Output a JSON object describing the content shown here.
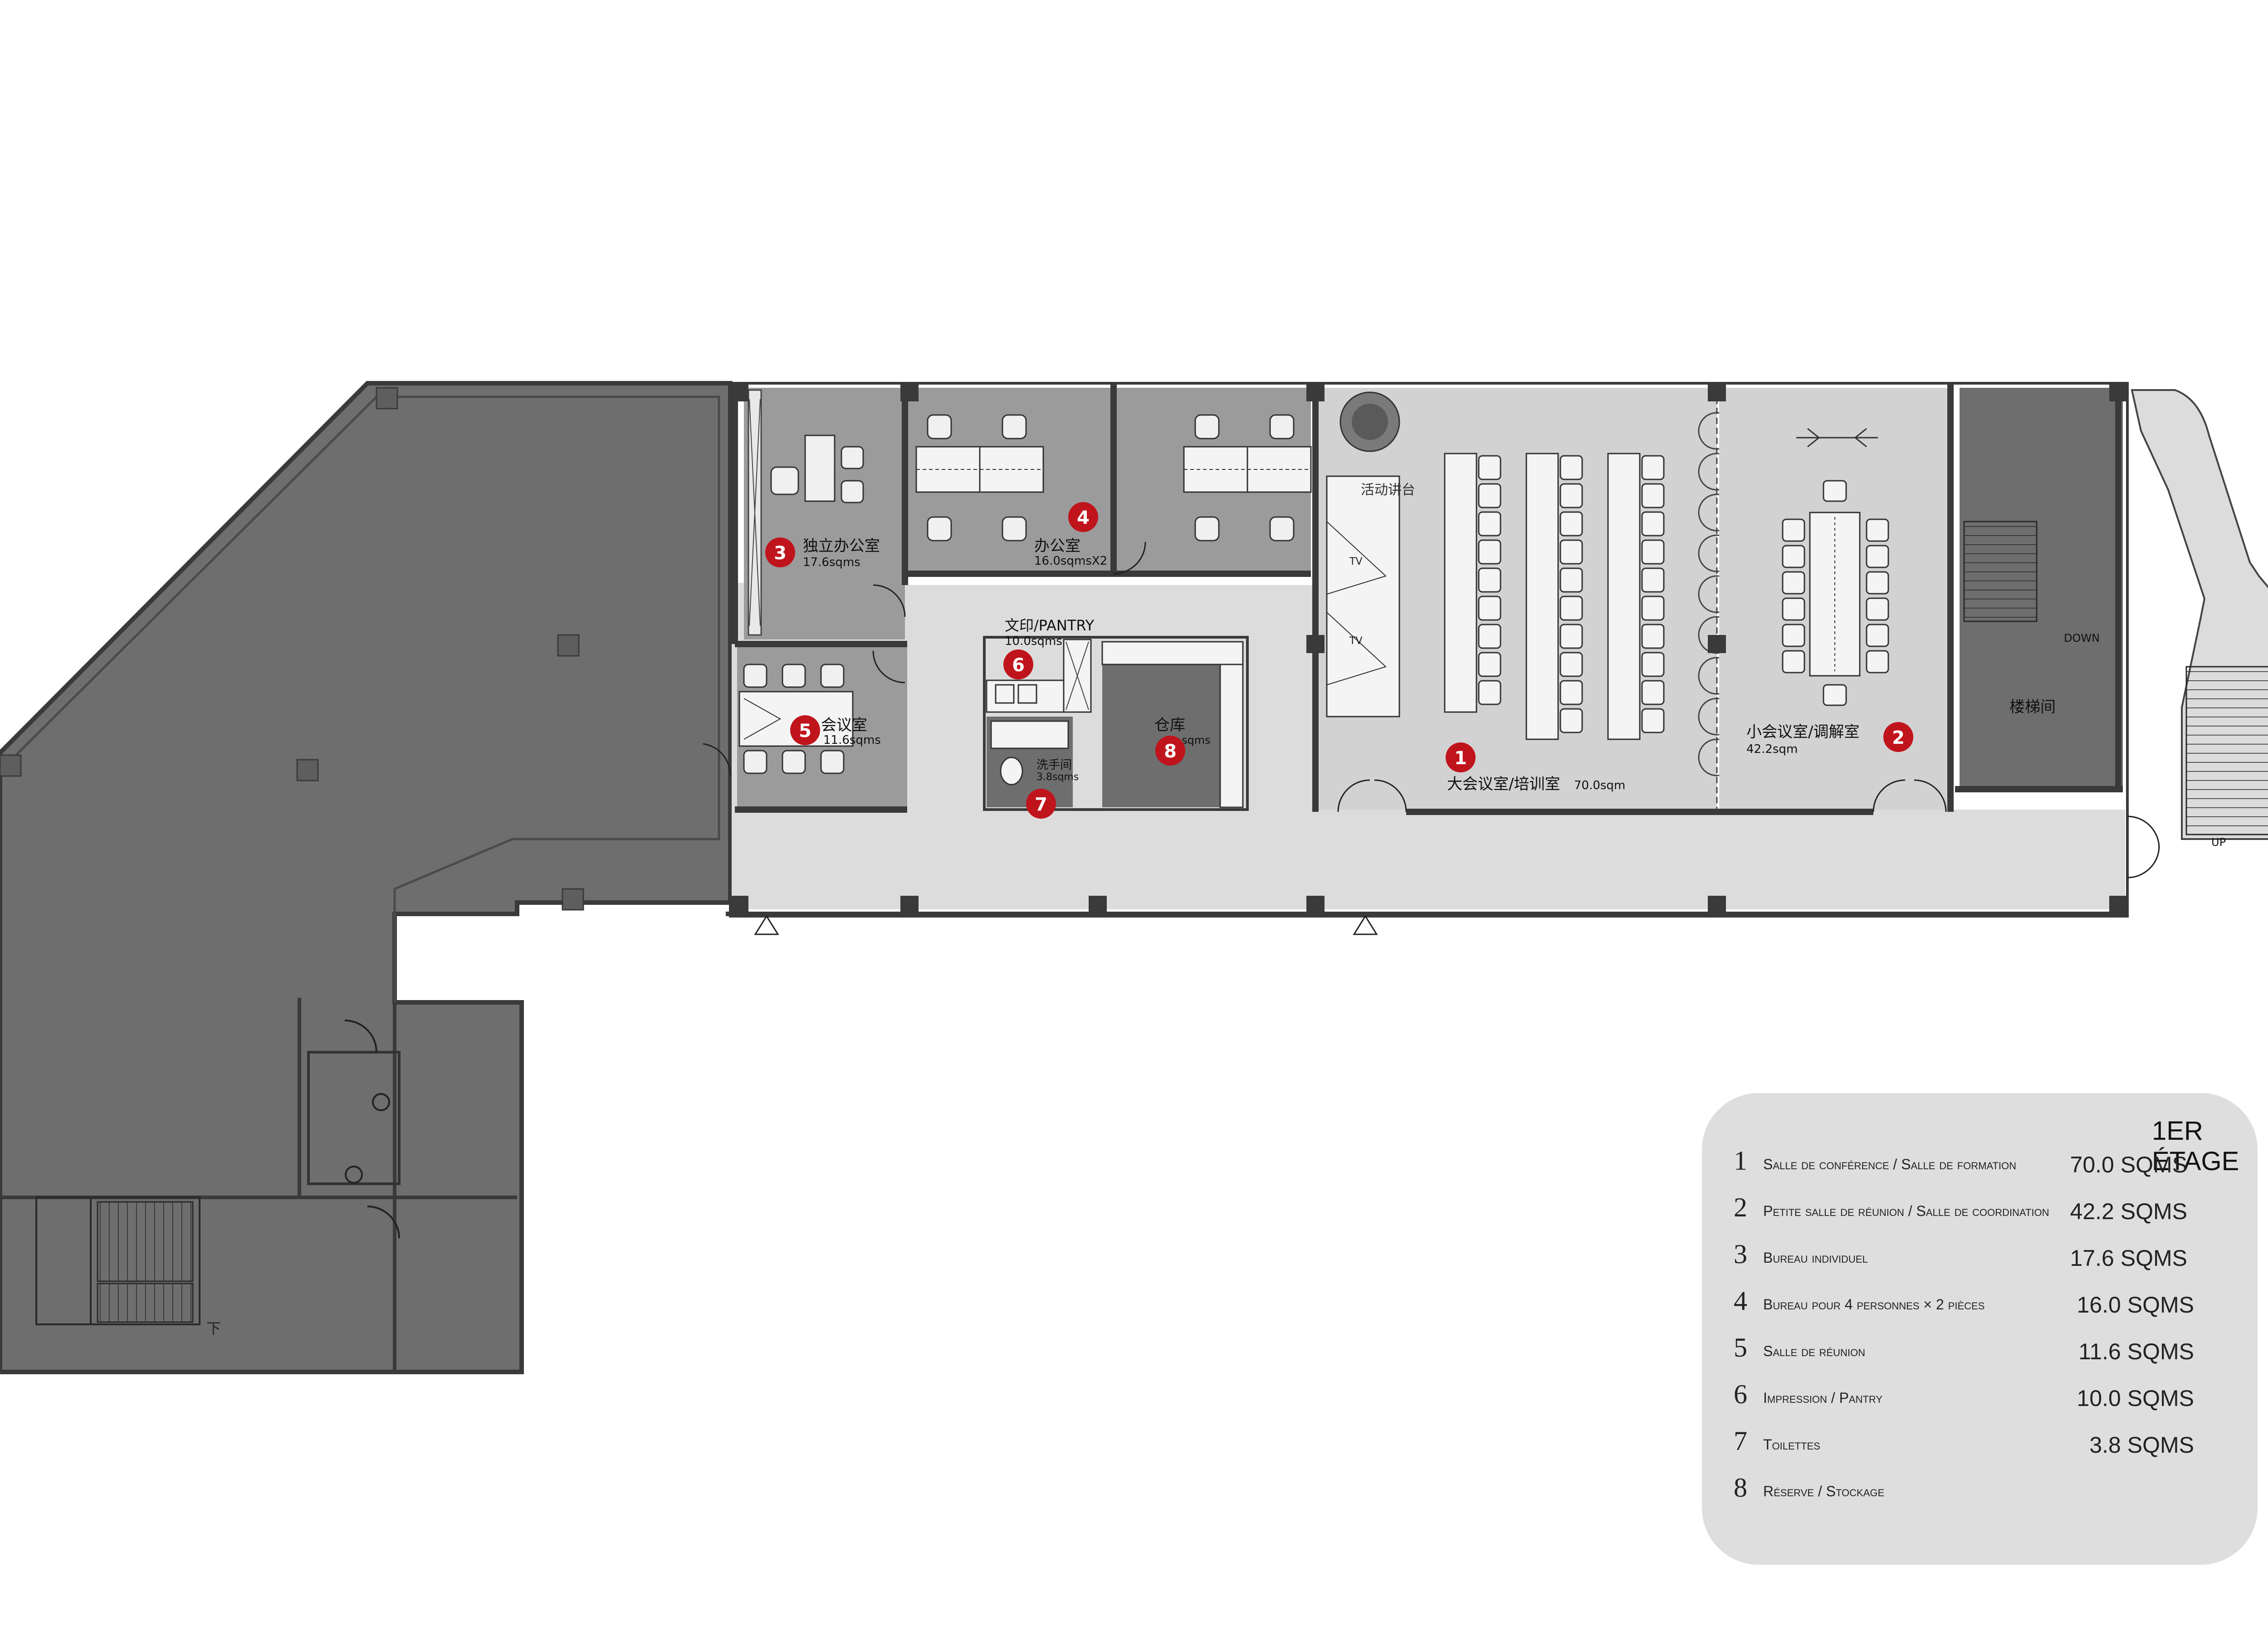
{
  "colors": {
    "dark_floor": "#6e6e6e",
    "room_floor": "#9b9b9b",
    "light_floor": "#d2d2d2",
    "corridor": "#dcdcdc",
    "terrace": "#e6e6e6",
    "wall": "#3a3a3a",
    "badge": "#c0141c",
    "legend_bg": "#dedede"
  },
  "rooms": {
    "r1": {
      "num": "1",
      "name": "大会议室/培训室",
      "area": "70.0sqm"
    },
    "r2": {
      "num": "2",
      "name": "小会议室/调解室",
      "area": "42.2sqm"
    },
    "r3": {
      "num": "3",
      "name": "独立办公室",
      "area": "17.6sqms"
    },
    "r4": {
      "num": "4",
      "name": "办公室",
      "area": "16.0sqmsX2"
    },
    "r5": {
      "num": "5",
      "name": "会议室",
      "area": "11.6sqms"
    },
    "r6": {
      "num": "6",
      "name": "文印/PANTRY",
      "area": "10.0sqms"
    },
    "r7": {
      "num": "7",
      "name": "洗手间",
      "area": "3.8sqms"
    },
    "r8": {
      "num": "8",
      "name": "仓库",
      "area": "sqms"
    }
  },
  "labels": {
    "stage": "活动讲台",
    "tv1": "TV",
    "tv2": "TV",
    "stair_room": "楼梯间",
    "down": "DOWN",
    "up": "UP",
    "stair_down_cn": "下"
  },
  "legend": {
    "title": "1ER ÉTAGE",
    "items": [
      {
        "num": "1",
        "label": "Salle de conférence / Salle de formation",
        "area": "70.0 SQMS"
      },
      {
        "num": "2",
        "label": "Petite salle de réunion / Salle de coordination",
        "area": "42.2 SQMS"
      },
      {
        "num": "3",
        "label": "Bureau individuel",
        "area": "17.6 SQMS"
      },
      {
        "num": "4",
        "label": "Bureau pour 4 personnes × 2 pièces",
        "area": "16.0 SQMS"
      },
      {
        "num": "5",
        "label": "Salle de réunion",
        "area": "11.6 SQMS"
      },
      {
        "num": "6",
        "label": "Impression / Pantry",
        "area": "10.0 SQMS"
      },
      {
        "num": "7",
        "label": "Toilettes",
        "area": "3.8 SQMS"
      },
      {
        "num": "8",
        "label": "Réserve / Stockage",
        "area": ""
      }
    ]
  }
}
